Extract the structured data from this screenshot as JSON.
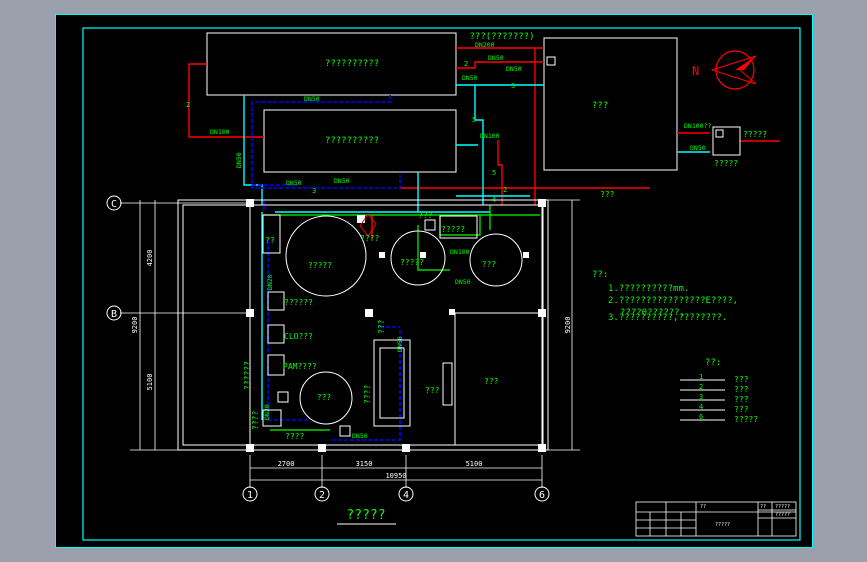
{
  "colors": {
    "background": "#000000",
    "frame": "#00ffff",
    "pipe_red": "#ff0000",
    "pipe_cyan": "#00ffff",
    "pipe_blue": "#0000ff",
    "pipe_green": "#00ff00",
    "label_green": "#00ff00",
    "structure_white": "#ffffff",
    "ui_gray": "#9aa1ad"
  },
  "top_buildings": {
    "building_1": "??????????",
    "building_2": "??????????",
    "right_room": "???",
    "top_note": "???(???????)"
  },
  "pipe_labels": {
    "dn200_top": "DN200",
    "dn50_a": "DN50",
    "dn50_b": "DN50",
    "dn50_c": "DN50",
    "dn100_left": "DN100",
    "dn50_vertical": "DN50",
    "dn100_mid": "DN100",
    "dn50_lower_a": "DN50",
    "dn50_lower_b": "DN50",
    "dn100_right": "DN100??",
    "dn50_right": "DN50",
    "dn100_plan": "DN100",
    "dn50_plan_a": "DN50",
    "dn20": "DN20",
    "dn50_plan_b": "DN50",
    "dn20_lower": "DN20",
    "dn50_bottom": "DN50",
    "dn_left_vertical": "DN50"
  },
  "pipe_numbers": {
    "n2": "2",
    "n3": "3",
    "n4": "4",
    "n5": "5",
    "n6": "6",
    "n1": "1"
  },
  "right_equipment": {
    "box1": "?????",
    "box2": "?????",
    "line_label": "???"
  },
  "plan": {
    "circle_big_left": "?????",
    "circle_mid": "?????",
    "circle_right": "???",
    "circle_bottom": "???",
    "room_top_left": "??",
    "room_label_small": "?????",
    "room_a": "??????",
    "room_b": "CLO???",
    "room_c": "PAM????",
    "room_right_label": "??????",
    "room_d": "????",
    "room_e": "???",
    "room_f": "???",
    "room_g": "???",
    "room_h": "????",
    "bottom_room": "????",
    "tag_a": "????",
    "tag_b": "???"
  },
  "grid": {
    "axis_c": "C",
    "axis_b": "B",
    "axis_1": "1",
    "axis_2": "2",
    "axis_4": "4",
    "axis_6": "6",
    "dim_4200": "4200",
    "dim_5100": "5100",
    "dim_9200_left": "9200",
    "dim_9200_right": "9200",
    "dim_2700": "2700",
    "dim_3150": "3150",
    "dim_5100_b": "5100",
    "dim_total": "10950"
  },
  "notes": {
    "heading": "??:",
    "line1": "1.??????????mm.",
    "line2": "2.????????????????E????,",
    "line3": "????0??????,",
    "line4": "3.??????????,????????."
  },
  "legend": {
    "heading": "??:",
    "items": [
      {
        "num": "1",
        "label": "???"
      },
      {
        "num": "2",
        "label": "???"
      },
      {
        "num": "3",
        "label": "???"
      },
      {
        "num": "4",
        "label": "???"
      },
      {
        "num": "6",
        "label": "?????"
      }
    ]
  },
  "drawing_title": "?????",
  "title_block": {
    "cell_a": "?????",
    "cell_b": "?????",
    "cell_center": "?????",
    "cell_c": "??",
    "cell_d": "??"
  },
  "compass": {
    "label": "N"
  }
}
